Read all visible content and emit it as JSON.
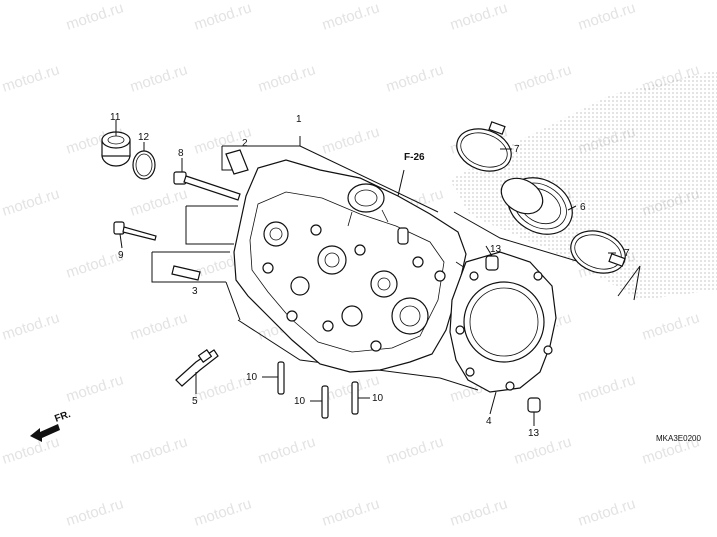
{
  "watermark": "motod.ru",
  "diagram_code": "MKA3E0200",
  "reference_label": "F-26",
  "direction_label": "FR.",
  "callouts": [
    {
      "id": "c1",
      "text": "1"
    },
    {
      "id": "c2",
      "text": "2"
    },
    {
      "id": "c3",
      "text": "3"
    },
    {
      "id": "c4",
      "text": "4"
    },
    {
      "id": "c5",
      "text": "5"
    },
    {
      "id": "c6",
      "text": "6"
    },
    {
      "id": "c7a",
      "text": "7"
    },
    {
      "id": "c7b",
      "text": "7"
    },
    {
      "id": "c8",
      "text": "8"
    },
    {
      "id": "c9",
      "text": "9"
    },
    {
      "id": "c10a",
      "text": "10"
    },
    {
      "id": "c10b",
      "text": "10"
    },
    {
      "id": "c10c",
      "text": "10"
    },
    {
      "id": "c11",
      "text": "11"
    },
    {
      "id": "c12",
      "text": "12"
    },
    {
      "id": "c13a",
      "text": "13"
    },
    {
      "id": "c13b",
      "text": "13"
    }
  ]
}
